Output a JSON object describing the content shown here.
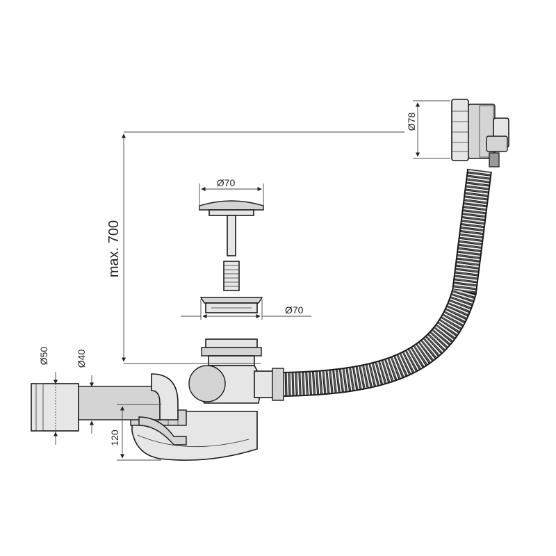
{
  "dimensions": {
    "max_height": "max. 700",
    "outlet_d50": "Ø50",
    "outlet_d40": "Ø40",
    "trap_height": "120",
    "plug_d70": "Ø70",
    "flange_d70": "Ø70",
    "overflow_d78": "Ø78"
  },
  "colors": {
    "line": "#222222",
    "part_fill": "#e6e6e6"
  }
}
